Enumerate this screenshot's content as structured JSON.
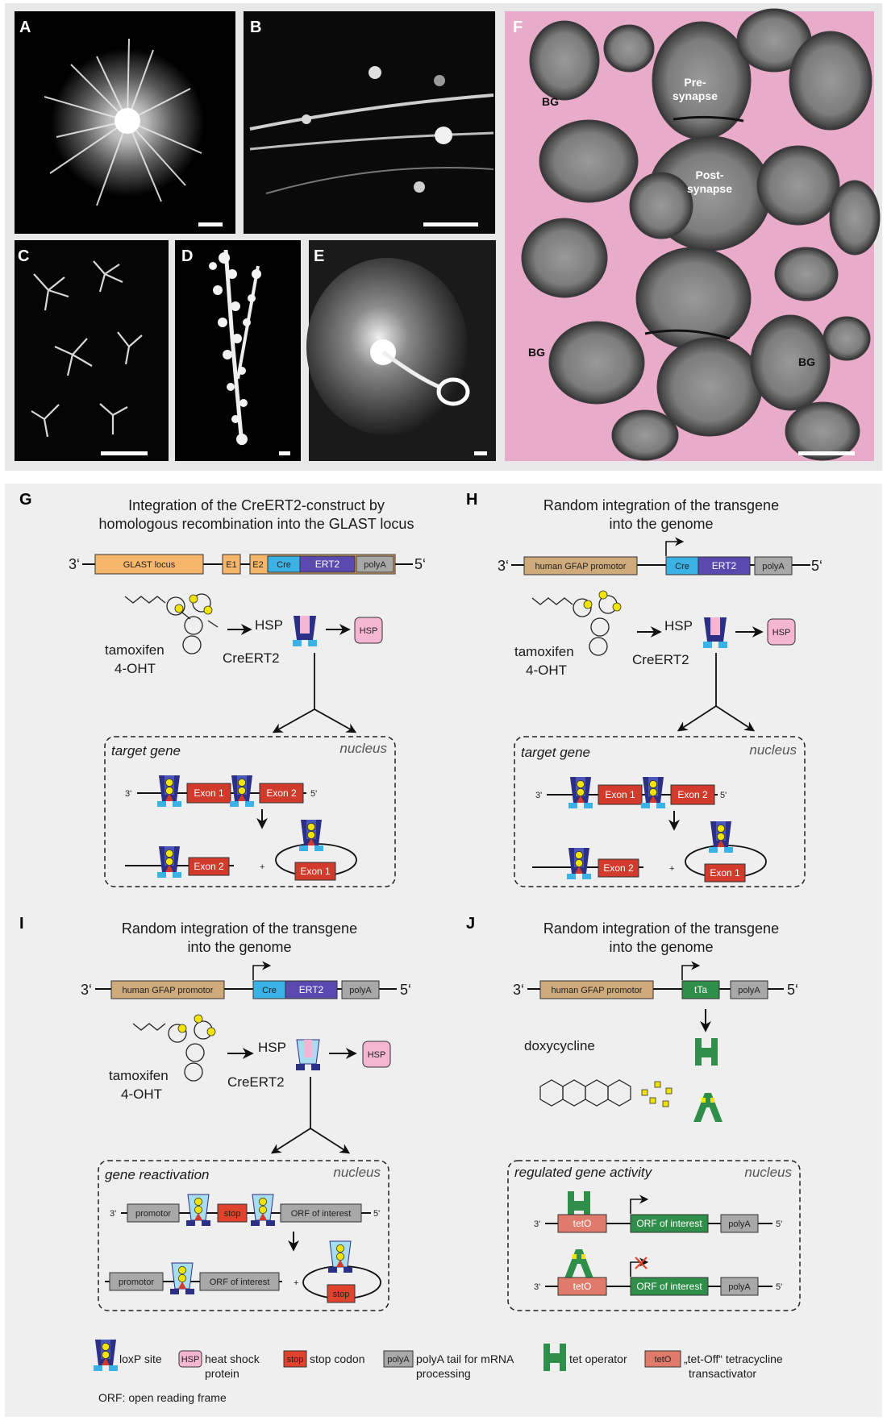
{
  "panel_labels": [
    "A",
    "B",
    "C",
    "D",
    "E",
    "F",
    "G",
    "H",
    "I",
    "J"
  ],
  "em_labels": {
    "presynapse": [
      "Pre-",
      "synapse"
    ],
    "postsynapse": [
      "Post-",
      "synapse"
    ],
    "bg": "BG"
  },
  "panel_G": {
    "title": [
      "Integration of the CreERT2-construct by",
      "homologous recombination into the GLAST locus"
    ],
    "end3": "3‘",
    "end5": "5‘",
    "boxes": [
      "GLAST locus",
      "E1",
      "E2",
      "Cre",
      "ERT2",
      "polyA"
    ],
    "tamoxifen": "tamoxifen",
    "ohT": "4-OHT",
    "hsp": "HSP",
    "creert2": "CreERT2",
    "nucleus": "nucleus",
    "region": "target gene",
    "exon1": "Exon 1",
    "exon2": "Exon 2",
    "s3": "3'",
    "s5": "5'",
    "plus": "+"
  },
  "panel_H": {
    "title": [
      "Random integration of the transgene",
      "into the genome"
    ],
    "end3": "3‘",
    "end5": "5‘",
    "boxes": [
      "human GFAP promotor",
      "Cre",
      "ERT2",
      "polyA"
    ],
    "tamoxifen": "tamoxifen",
    "ohT": "4-OHT",
    "hsp": "HSP",
    "creert2": "CreERT2",
    "nucleus": "nucleus",
    "region": "target gene",
    "exon1": "Exon 1",
    "exon2": "Exon 2",
    "s3": "3'",
    "s5": "5'",
    "plus": "+"
  },
  "panel_I": {
    "title": [
      "Random integration of the transgene",
      "into the genome"
    ],
    "end3": "3‘",
    "end5": "5‘",
    "boxes": [
      "human GFAP promotor",
      "Cre",
      "ERT2",
      "polyA"
    ],
    "tamoxifen": "tamoxifen",
    "ohT": "4-OHT",
    "hsp": "HSP",
    "creert2": "CreERT2",
    "nucleus": "nucleus",
    "region": "gene reactivation",
    "promotor": "promotor",
    "stop": "stop",
    "orf": "ORF of interest",
    "s3": "3'",
    "s5": "5'",
    "plus": "+"
  },
  "panel_J": {
    "title": [
      "Random integration of the transgene",
      "into the genome"
    ],
    "end3": "3‘",
    "end5": "5‘",
    "boxes": [
      "human GFAP promotor",
      "tTa",
      "polyA"
    ],
    "doxycycline": "doxycycline",
    "nucleus": "nucleus",
    "region": "regulated gene activity",
    "teto": "tetO",
    "orf": "ORF of interest",
    "polya": "polyA",
    "s3": "3'",
    "s5": "5'"
  },
  "legend": {
    "loxp": "loxP site",
    "hsp_box": "HSP",
    "hsp": [
      "heat shock",
      "protein"
    ],
    "stop_box": "stop",
    "stop": "stop codon",
    "polya_box": "polyA",
    "polya": [
      "polyA tail for mRNA",
      "processing"
    ],
    "tetop": "tet operator",
    "teto_box": "tetO",
    "teto": [
      "„tet-Off“ tetracycline",
      "transactivator"
    ],
    "orf": "ORF: open reading frame"
  },
  "colors": {
    "pink_glia": "#e8a0c4",
    "dark_blue": "#2b2f86",
    "light_blue": "#3bb2e6",
    "exon_red": "#d23a2c",
    "hsp_pink": "#f4b6d2",
    "polyA_gray": "#a8a8a8",
    "tan": "#cfaa7a",
    "orange": "#f5b66a",
    "purple": "#5a4ab0",
    "green": "#2f8f4a",
    "yellow": "#f2e400"
  }
}
